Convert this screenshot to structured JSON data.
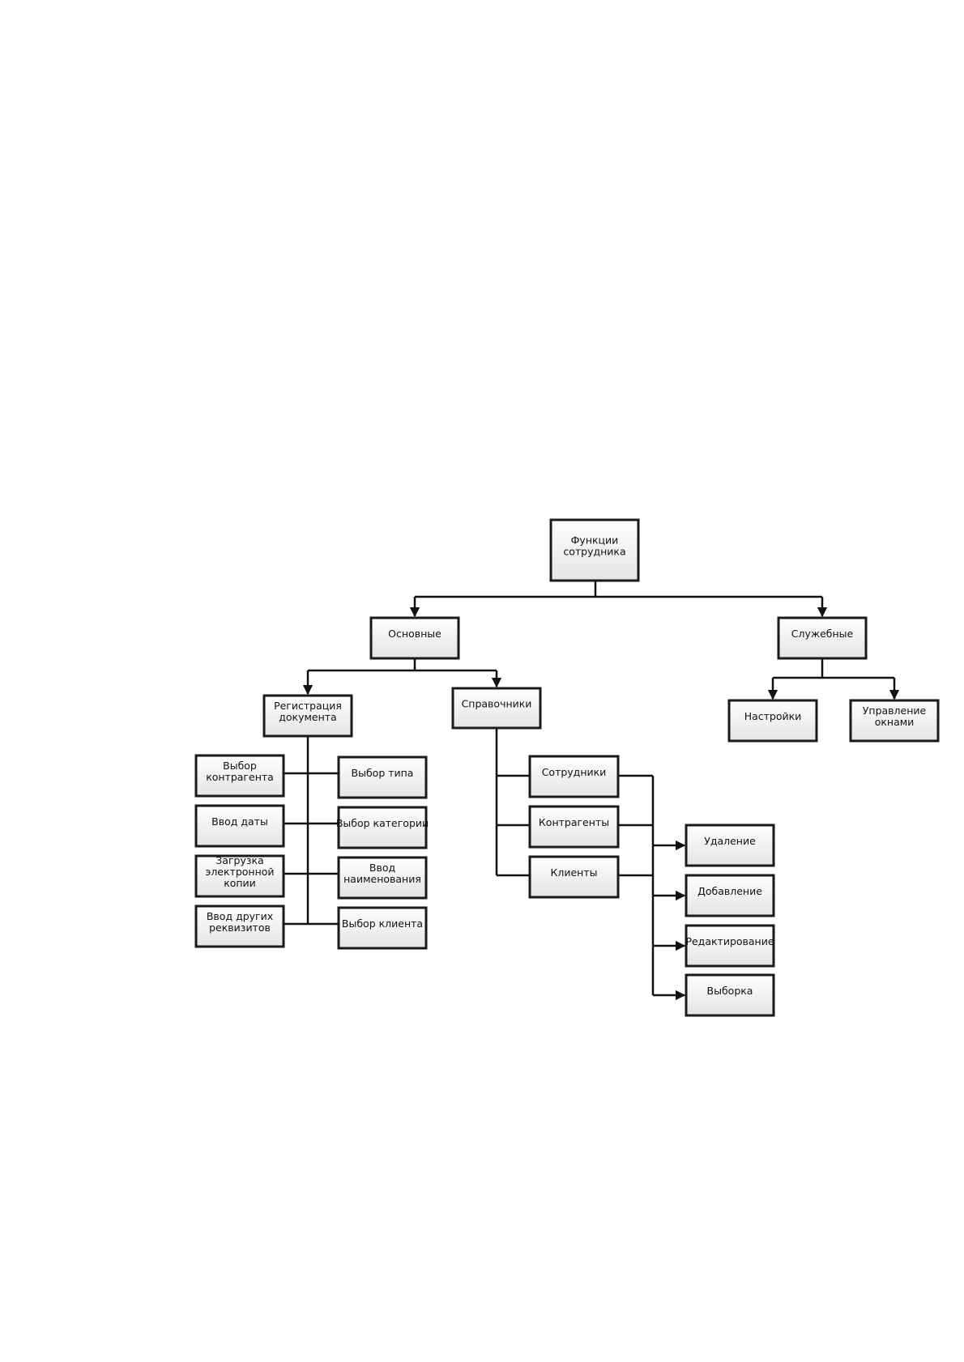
{
  "diagram": {
    "nodes": {
      "root": {
        "lines": [
          "Функции",
          "сотрудника"
        ]
      },
      "osnovnye": {
        "lines": [
          "Основные"
        ]
      },
      "sluzhebnye": {
        "lines": [
          "Служебные"
        ]
      },
      "registratsiya": {
        "lines": [
          "Регистрация",
          "документа"
        ]
      },
      "spravochniki": {
        "lines": [
          "Справочники"
        ]
      },
      "nastroyki": {
        "lines": [
          "Настройки"
        ]
      },
      "upravlenie_oknami": {
        "lines": [
          "Управление",
          "окнами"
        ]
      },
      "vybor_kontragenta": {
        "lines": [
          "Выбор",
          "контрагента"
        ]
      },
      "vvod_daty": {
        "lines": [
          "Ввод даты"
        ]
      },
      "zagruzka_kopii": {
        "lines": [
          "Загрузка",
          "электронной",
          "копии"
        ]
      },
      "vvod_rekvizitov": {
        "lines": [
          "Ввод других",
          "реквизитов"
        ]
      },
      "vybor_tipa": {
        "lines": [
          "Выбор типа"
        ]
      },
      "vybor_kategorii": {
        "lines": [
          "Выбор категории"
        ]
      },
      "vvod_naimenovaniya": {
        "lines": [
          "Ввод",
          "наименования"
        ]
      },
      "vybor_klienta": {
        "lines": [
          "Выбор  клиента"
        ]
      },
      "sotrudniki": {
        "lines": [
          "Сотрудники"
        ]
      },
      "kontragenty": {
        "lines": [
          "Контрагенты"
        ]
      },
      "klienty": {
        "lines": [
          "Клиенты"
        ]
      },
      "udalenie": {
        "lines": [
          "Удаление"
        ]
      },
      "dobavlenie": {
        "lines": [
          "Добавление"
        ]
      },
      "redaktirovanie": {
        "lines": [
          "Редактирование"
        ]
      },
      "vyborka": {
        "lines": [
          "Выборка"
        ]
      }
    },
    "edges": [
      [
        "root",
        "osnovnye"
      ],
      [
        "root",
        "sluzhebnye"
      ],
      [
        "osnovnye",
        "registratsiya"
      ],
      [
        "osnovnye",
        "spravochniki"
      ],
      [
        "sluzhebnye",
        "nastroyki"
      ],
      [
        "sluzhebnye",
        "upravlenie_oknami"
      ],
      [
        "registratsiya",
        "vybor_kontragenta"
      ],
      [
        "registratsiya",
        "vvod_daty"
      ],
      [
        "registratsiya",
        "zagruzka_kopii"
      ],
      [
        "registratsiya",
        "vvod_rekvizitov"
      ],
      [
        "registratsiya",
        "vybor_tipa"
      ],
      [
        "registratsiya",
        "vybor_kategorii"
      ],
      [
        "registratsiya",
        "vvod_naimenovaniya"
      ],
      [
        "registratsiya",
        "vybor_klienta"
      ],
      [
        "spravochniki",
        "sotrudniki"
      ],
      [
        "spravochniki",
        "kontragenty"
      ],
      [
        "spravochniki",
        "klienty"
      ],
      [
        "sotrudniki",
        "udalenie"
      ],
      [
        "sotrudniki",
        "dobavlenie"
      ],
      [
        "sotrudniki",
        "redaktirovanie"
      ],
      [
        "sotrudniki",
        "vyborka"
      ]
    ],
    "colors": {
      "box_top": "#ffffff",
      "box_bottom": "#e4e4e4",
      "stroke": "#111111"
    }
  }
}
